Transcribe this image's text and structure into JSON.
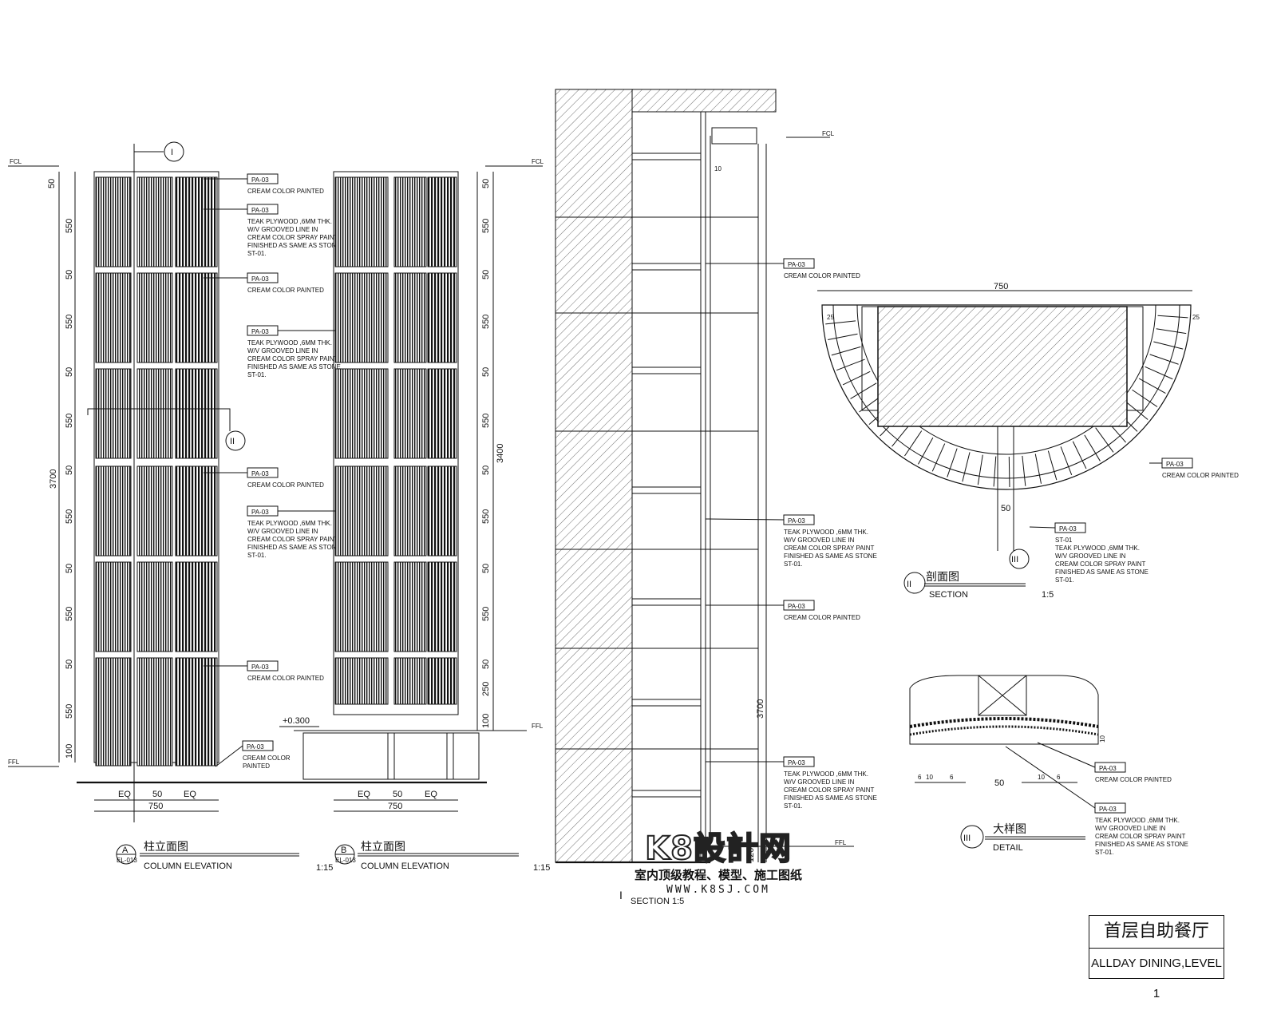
{
  "level_labels": {
    "fcl": "FCL",
    "ffl": "FFL",
    "elev_plus": "+0.300"
  },
  "material_tag": "PA-03",
  "notes": {
    "cream_painted": "CREAM COLOR PAINTED",
    "cream_painted_a": "CREAM COLOR",
    "cream_painted_b": "PAINTED",
    "plywood_1": "TEAK PLYWOOD ,6MM THK.",
    "plywood_2": "W/V GROOVED LINE IN",
    "plywood_3": "CREAM COLOR SPRAY PAINT",
    "plywood_4": "FINISHED AS SAME AS STONE",
    "plywood_5": "ST-01.",
    "st01": "ST-01"
  },
  "dims": {
    "d50": "50",
    "d550": "550",
    "d100": "100",
    "d250": "250",
    "d3700": "3700",
    "d3400": "3400",
    "d750": "750",
    "eq": "EQ",
    "d10": "10",
    "d120": "120",
    "d25": "25",
    "d6": "6"
  },
  "views": {
    "a": {
      "letter": "A",
      "ref": "EL-013",
      "cn": "柱立面图",
      "en": "COLUMN  ELEVATION",
      "scale": "1:15"
    },
    "b": {
      "letter": "B",
      "ref": "EL-013",
      "cn": "柱立面图",
      "en": "COLUMN  ELEVATION",
      "scale": "1:15"
    },
    "s1": {
      "roman": "I",
      "en": "SECTION  1:5"
    },
    "s2": {
      "roman": "II",
      "cn": "剖面图",
      "en": "SECTION",
      "scale": "1:5"
    },
    "s3": {
      "roman": "III",
      "cn": "大样图",
      "en": "DETAIL"
    }
  },
  "title_block": {
    "cn": "首层自助餐厅",
    "en": "ALLDAY DINING,LEVEL 1"
  },
  "watermark": {
    "logo": "K8設計网",
    "sub": "室内顶级教程、模型、施工图纸",
    "url": "WWW.K8SJ.COM"
  }
}
